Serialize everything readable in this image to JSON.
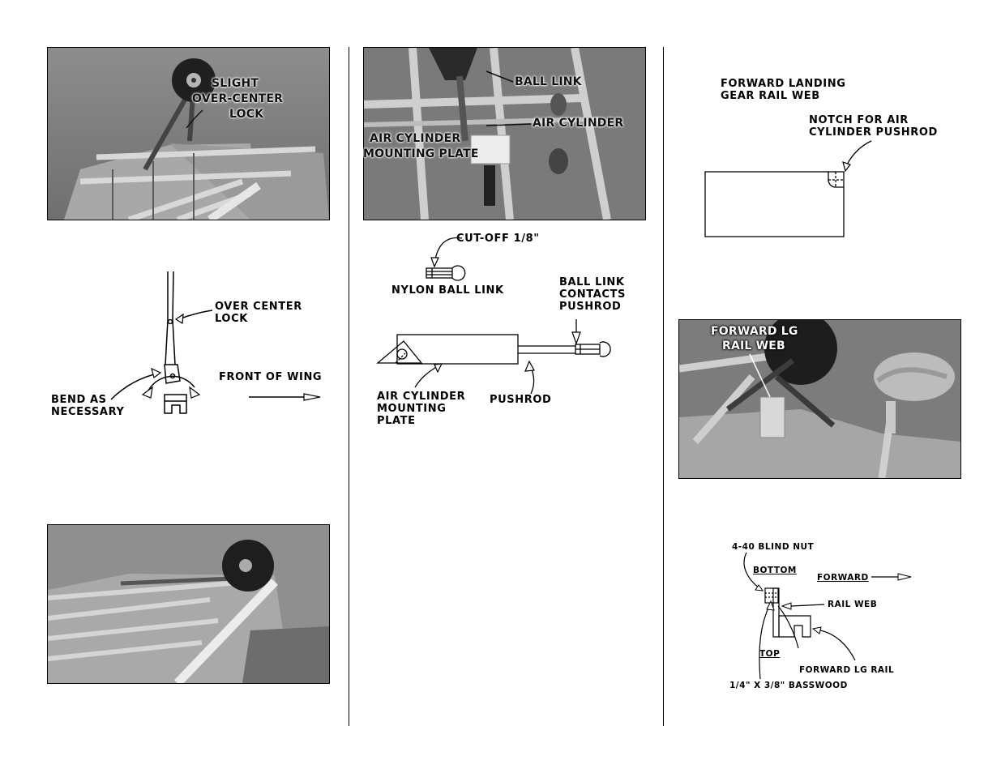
{
  "photos": {
    "photo1": {
      "labels": [
        "SLIGHT",
        "OVER-CENTER",
        "LOCK"
      ]
    },
    "photo2": {
      "ball_link": "BALL LINK",
      "air_cylinder": "AIR CYLINDER",
      "plate_line1": "AIR CYLINDER",
      "plate_line2": "MOUNTING PLATE"
    },
    "photo4": {
      "line1": "FORWARD LG",
      "line2": "RAIL WEB"
    }
  },
  "diagram_gear": {
    "over_center_1": "OVER CENTER",
    "over_center_2": "LOCK",
    "front_of_wing": "FRONT OF WING",
    "bend_1": "BEND AS",
    "bend_2": "NECESSARY"
  },
  "diagram_cylinder": {
    "cutoff": "CUT-OFF 1/8\"",
    "nylon": "NYLON BALL LINK",
    "contacts_1": "BALL LINK",
    "contacts_2": "CONTACTS",
    "contacts_3": "PUSHROD",
    "plate_1": "AIR CYLINDER",
    "plate_2": "MOUNTING",
    "plate_3": "PLATE",
    "pushrod": "PUSHROD"
  },
  "diagram_web": {
    "title_1": "FORWARD LANDING",
    "title_2": "GEAR RAIL WEB",
    "notch_1": "NOTCH FOR AIR",
    "notch_2": "CYLINDER PUSHROD"
  },
  "diagram_rail": {
    "blind_nut": "4-40 BLIND NUT",
    "bottom": "BOTTOM",
    "forward": "FORWARD",
    "rail_web": "RAIL WEB",
    "top": "TOP",
    "forward_lg_rail": "FORWARD LG RAIL",
    "basswood": "1/4\" X 3/8\" BASSWOOD"
  }
}
